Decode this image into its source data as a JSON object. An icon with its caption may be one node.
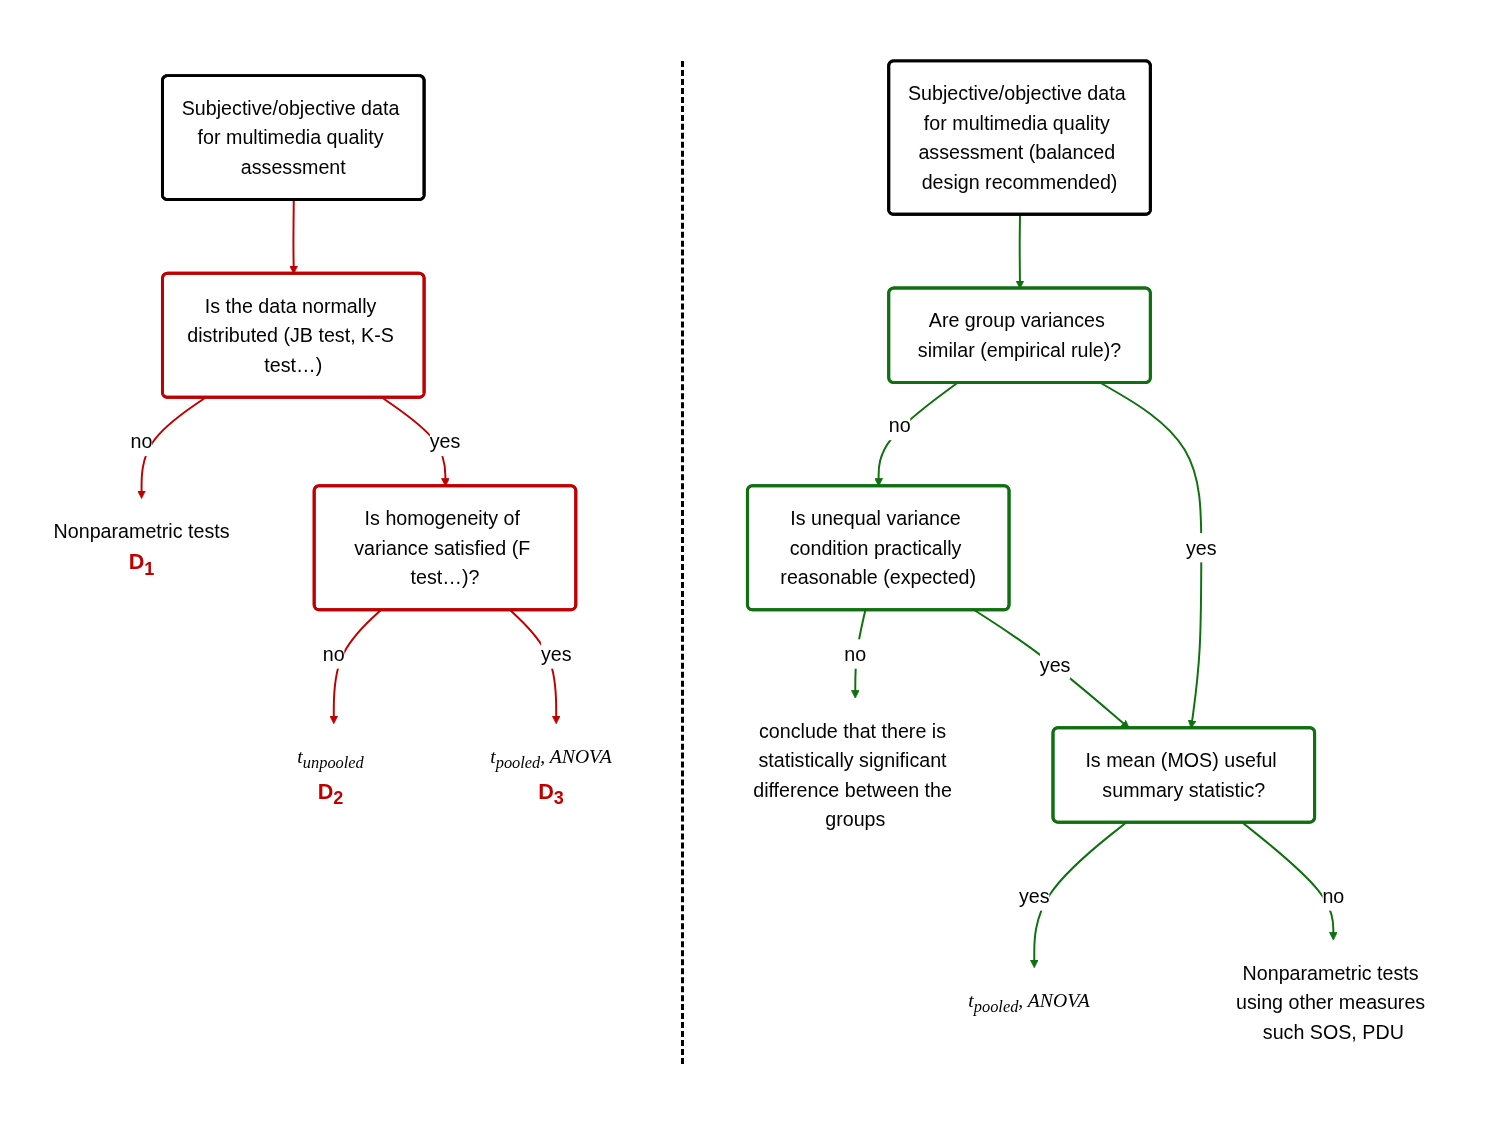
{
  "diagram": {
    "nodes": [
      {
        "text": [
          "Subjective/objective data for multimedia quality assessment"
        ]
      },
      {
        "text": [
          "Is the data normally distributed (JB test, K-S test…)"
        ]
      },
      {
        "text": [
          "Nonparametric tests"
        ],
        "beside": [
          "D$_{1}$"
        ]
      },
      {
        "text": [
          "Is homogeneity of variance satisfied (F test…)?"
        ]
      },
      {
        "text": [
          "t$_{unpooled}$"
        ],
        "beside": [
          "D$_{2}$"
        ]
      },
      {
        "text": [
          "t$_{pooled}$, ANOVA"
        ],
        "beside": [
          "D$_{3}$"
        ]
      },
      {
        "text": [
          "Subjective/objective data for multimedia quality assessment (balanced design recommended)"
        ]
      },
      {
        "text": [
          "Are group variances similar (empirical rule)?"
        ]
      },
      {
        "text": [
          "Is unequal variance condition practically reasonable (expected)"
        ]
      },
      {
        "text": [
          "conclude that there is statistically significant difference between the groups"
        ]
      },
      {
        "text": [
          "Is mean (MOS) useful summary statistic?"
        ]
      },
      {
        "text": [
          "t$_{pooled}$, ANOVA"
        ]
      },
      {
        "text": [
          "Nonparametric tests using other measures such SOS, PDU"
        ]
      }
    ],
    "edges": [
      {
        "from": 0,
        "to": 1,
        "arrow": "to",
        "color": "#c00000"
      },
      {
        "from": 1,
        "to": 2,
        "arrow": "to",
        "label": "no",
        "color": "#c00000"
      },
      {
        "from": 1,
        "to": 3,
        "arrow": "to",
        "label": "yes",
        "color": "#c00000"
      },
      {
        "from": 3,
        "to": 4,
        "arrow": "to",
        "label": "no",
        "color": "#c00000"
      },
      {
        "from": 3,
        "to": 5,
        "arrow": "to",
        "label": "yes",
        "color": "#c00000"
      },
      {
        "from": 6,
        "to": 7,
        "arrow": "to"
      },
      {
        "from": 7,
        "to": 8,
        "arrow": "to",
        "label": "no"
      },
      {
        "from": 8,
        "to": 9,
        "arrow": "to",
        "label": "no"
      },
      {
        "from": 7,
        "to": 10,
        "arrow": "to",
        "label": "yes"
      },
      {
        "from": 8,
        "to": 10,
        "arrow": "to",
        "label": "yes"
      },
      {
        "from": 10,
        "to": 11,
        "arrow": "to",
        "label": "yes"
      },
      {
        "from": 10,
        "to": 12,
        "arrow": "to",
        "label": "no"
      }
    ]
  }
}
